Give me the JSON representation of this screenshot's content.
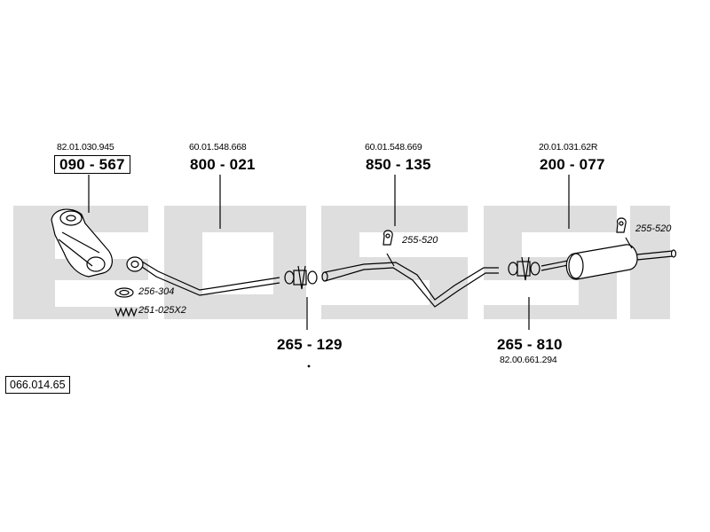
{
  "diagram_ref": "066.014.65",
  "watermark_colors": {
    "band": "#dedede"
  },
  "parts": {
    "front": {
      "oem": "82.01.030.945",
      "number": "090 - 567"
    },
    "pipe1": {
      "oem": "60.01.548.668",
      "number": "800 - 021"
    },
    "pipe2": {
      "oem": "60.01.548.669",
      "number": "850 - 135"
    },
    "muffler": {
      "oem": "20.01.031.62R",
      "number": "200 - 077"
    },
    "clamp1": {
      "number": "265 - 129"
    },
    "clamp2": {
      "number": "265 - 810",
      "oem": "82.00.661.294"
    }
  },
  "accessories": {
    "gasket": "256-304",
    "spring": "251-025X2",
    "hanger1": "255-520",
    "hanger2": "255-520"
  }
}
